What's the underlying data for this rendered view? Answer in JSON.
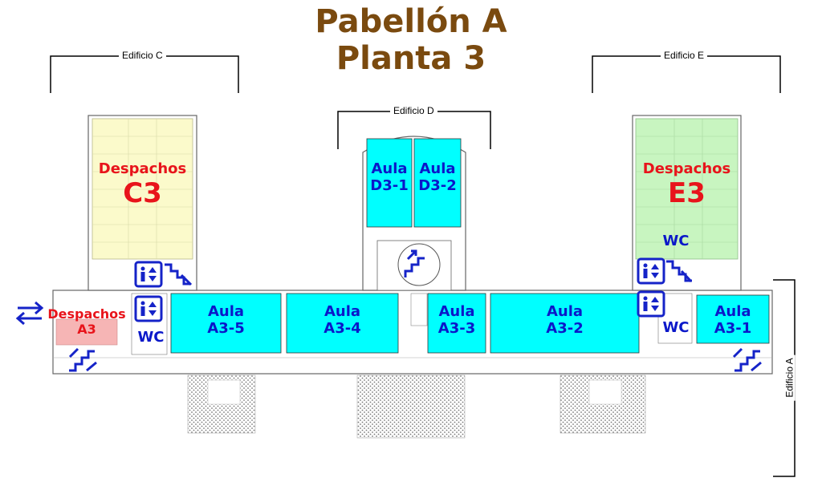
{
  "map": {
    "title_line1": "Pabellón A",
    "title_line2": "Planta 3",
    "buildings": {
      "c": "Edificio C",
      "d": "Edificio D",
      "e": "Edificio E",
      "a": "Edificio A"
    },
    "offices": {
      "c3": {
        "label": "Despachos",
        "code": "C3"
      },
      "e3": {
        "label": "Despachos",
        "code": "E3"
      },
      "a3": {
        "label": "Despachos",
        "code": "A3"
      }
    },
    "rooms": {
      "d3_1": {
        "label": "Aula",
        "code": "D3-1"
      },
      "d3_2": {
        "label": "Aula",
        "code": "D3-2"
      },
      "a3_5": {
        "label": "Aula",
        "code": "A3-5"
      },
      "a3_4": {
        "label": "Aula",
        "code": "A3-4"
      },
      "a3_3": {
        "label": "Aula",
        "code": "A3-3"
      },
      "a3_2": {
        "label": "Aula",
        "code": "A3-2"
      },
      "a3_1": {
        "label": "Aula",
        "code": "A3-1"
      }
    },
    "wc_label": "WC",
    "colors": {
      "title": "#7a4a0f",
      "office_text": "#e8141b",
      "room_text": "#0b18c9",
      "room_fill": "#00ffff",
      "c_fill": "#fbfacb",
      "e_fill": "#c8f5c0",
      "a3_fill": "#f6b5b5",
      "icon": "#1523c8"
    }
  }
}
